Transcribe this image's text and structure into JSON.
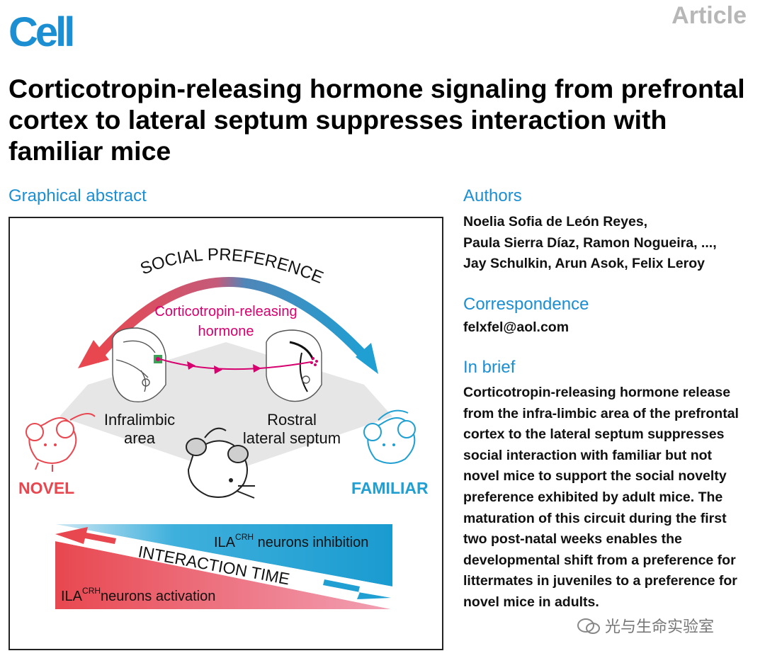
{
  "header": {
    "journal": "Cell",
    "article_type": "Article",
    "title": "Corticotropin-releasing hormone signaling from prefrontal cortex to lateral septum suppresses interaction with familiar mice"
  },
  "graphical_abstract": {
    "heading": "Graphical abstract",
    "arc_label": "SOCIAL PREFERENCE",
    "hormone_line1": "Corticotropin-releasing",
    "hormone_line2": "hormone",
    "region_left_line1": "Infralimbic",
    "region_left_line2": "area",
    "region_right_line1": "Rostral",
    "region_right_line2": "lateral septum",
    "label_novel": "NOVEL",
    "label_familiar": "FAMILIAR",
    "interaction_time": "INTERACTION TIME",
    "inhibition_sub": "CRH",
    "inhibition_pre": "ILA",
    "inhibition_post": " neurons inhibition",
    "activation_sub": "CRH",
    "activation_pre": "ILA",
    "activation_post": "neurons activation",
    "colors": {
      "novel": "#e8474f",
      "familiar": "#1f9fd2",
      "hormone": "#d6006f"
    }
  },
  "authors": {
    "heading": "Authors",
    "lines": [
      "Noelia Sofia de León Reyes,",
      "Paula Sierra Díaz, Ramon Nogueira, ...,",
      "Jay Schulkin, Arun Asok, Felix Leroy"
    ]
  },
  "correspondence": {
    "heading": "Correspondence",
    "email": "felxfel@aol.com"
  },
  "in_brief": {
    "heading": "In brief",
    "lines": [
      "Corticotropin-releasing hormone release",
      "from the infra-limbic area of the prefrontal",
      "cortex to the lateral septum suppresses",
      "social interaction with familiar but not",
      "novel mice to support the social novelty",
      "preference exhibited by adult mice. The",
      "maturation of this circuit during the first",
      "two post-natal weeks enables the",
      "developmental shift from a preference for",
      "littermates in juveniles to a preference for",
      "novel mice in adults."
    ]
  },
  "watermark": "光与生命实验室",
  "accent_color": "#1b8fd2"
}
